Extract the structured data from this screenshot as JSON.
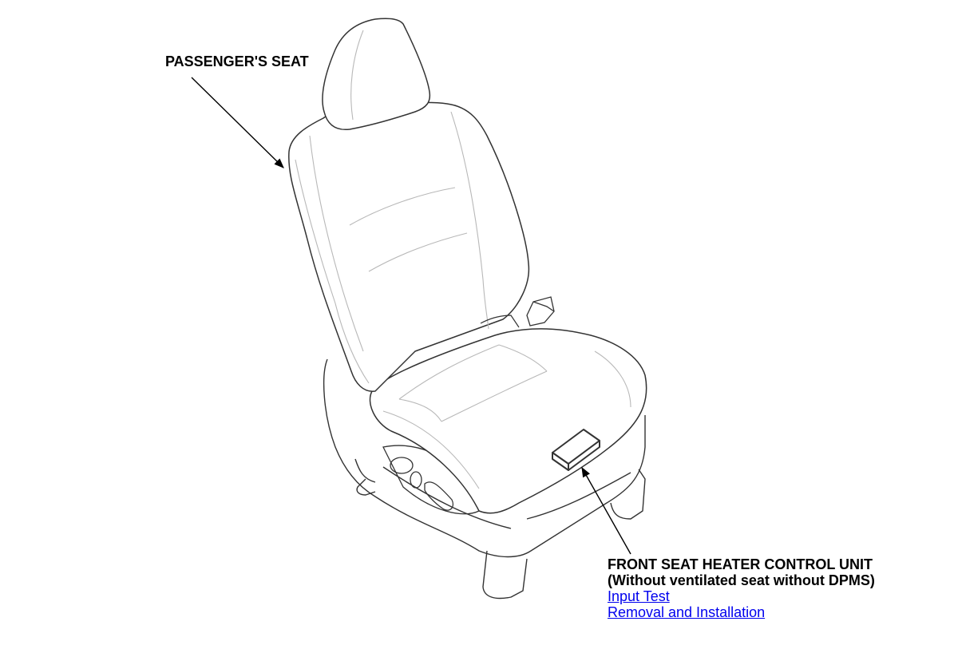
{
  "labels": {
    "passenger_seat": "PASSENGER'S SEAT",
    "control_unit": {
      "title": "FRONT SEAT HEATER CONTROL UNIT",
      "subtitle": "(Without ventilated seat without DPMS)"
    }
  },
  "links": {
    "input_test": "Input Test",
    "removal_installation": "Removal and Installation"
  },
  "colors": {
    "outline": "#333333",
    "stitch": "#b8b8b8",
    "link": "#0000ee"
  }
}
